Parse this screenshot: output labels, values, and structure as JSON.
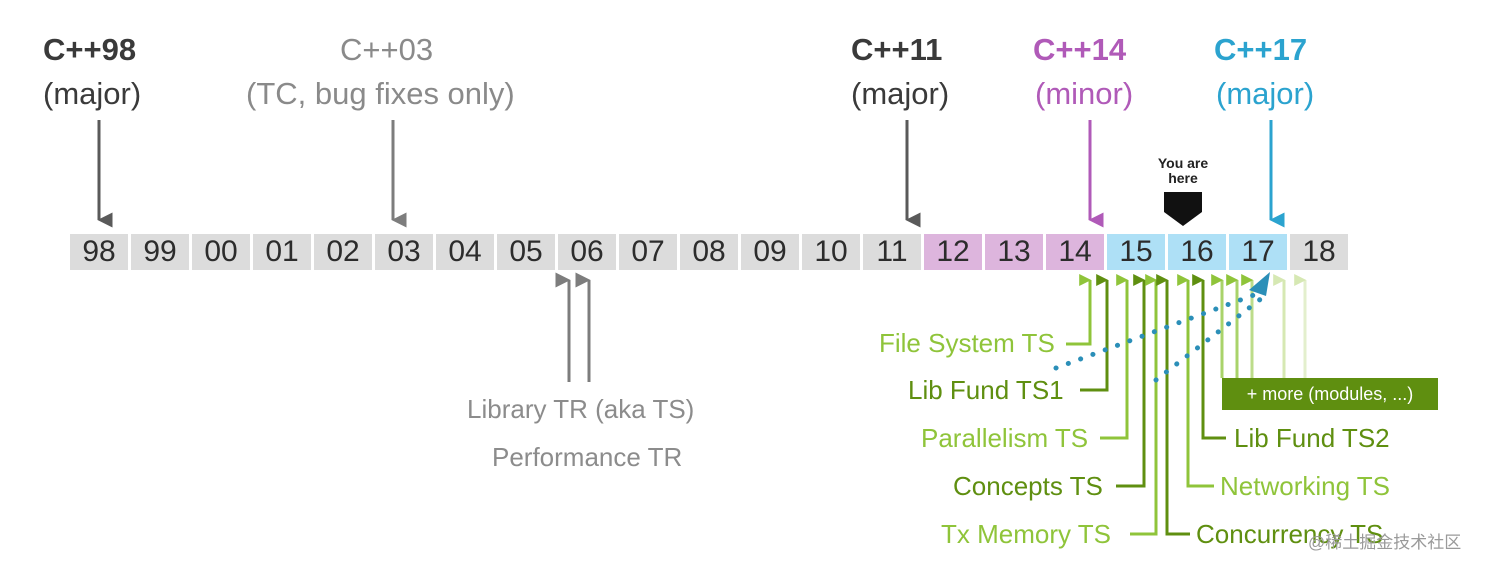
{
  "standards": [
    {
      "name": "C++98",
      "kind": "(major)",
      "color": "#3a3a3a"
    },
    {
      "name": "C++03",
      "kind": "(TC, bug fixes only)",
      "color": "#8a8a8a"
    },
    {
      "name": "C++11",
      "kind": "(major)",
      "color": "#3a3a3a"
    },
    {
      "name": "C++14",
      "kind": "(minor)",
      "color": "#b05ab8"
    },
    {
      "name": "C++17",
      "kind": "(major)",
      "color": "#2ba3cf"
    }
  ],
  "years": [
    "98",
    "99",
    "00",
    "01",
    "02",
    "03",
    "04",
    "05",
    "06",
    "07",
    "08",
    "09",
    "10",
    "11",
    "12",
    "13",
    "14",
    "15",
    "16",
    "17",
    "18"
  ],
  "you_are_here": {
    "line1": "You are",
    "line2": "here"
  },
  "technical_reports": [
    "Library TR (aka TS)",
    "Performance TR"
  ],
  "technical_specs": [
    "File System TS",
    "Lib Fund TS1",
    "Parallelism TS",
    "Concepts TS",
    "Tx Memory TS",
    "Lib Fund TS2",
    "Networking TS",
    "Concurrency TS"
  ],
  "more_label": "+ more (modules, ...)",
  "watermark": "@稀土掘金技术社区",
  "colors": {
    "dark": "#3a3a3a",
    "grey": "#8a8a8a",
    "purple": "#b05ab8",
    "blue": "#2ba3cf",
    "green_dark": "#5f8f10",
    "green_light": "#8fc43a",
    "green_faint": "#d6e8b3"
  }
}
